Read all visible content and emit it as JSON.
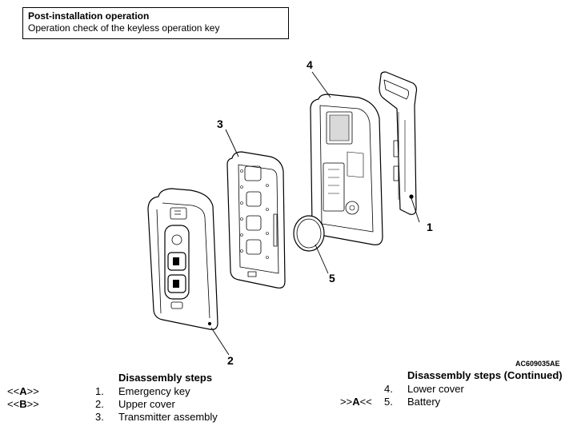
{
  "note": {
    "title": "Post-installation operation",
    "text": "Operation check of the keyless operation key"
  },
  "callouts": [
    "1",
    "2",
    "3",
    "4",
    "5"
  ],
  "figure_code": "AC609035AE",
  "steps_left": {
    "title": "Disassembly steps",
    "items": [
      {
        "pre": "<<",
        "letter": "A",
        "post": ">>",
        "num": "1.",
        "label": "Emergency key"
      },
      {
        "pre": "<<",
        "letter": "B",
        "post": ">>",
        "num": "2.",
        "label": "Upper cover"
      },
      {
        "pre": "",
        "letter": "",
        "post": "",
        "num": "3.",
        "label": "Transmitter assembly"
      }
    ]
  },
  "steps_right": {
    "title": "Disassembly steps (Continued)",
    "items": [
      {
        "pre": "",
        "letter": "",
        "post": "",
        "num": "4.",
        "label": "Lower cover"
      },
      {
        "pre": ">>",
        "letter": "A",
        "post": "<<",
        "num": "5.",
        "label": "Battery"
      }
    ]
  }
}
